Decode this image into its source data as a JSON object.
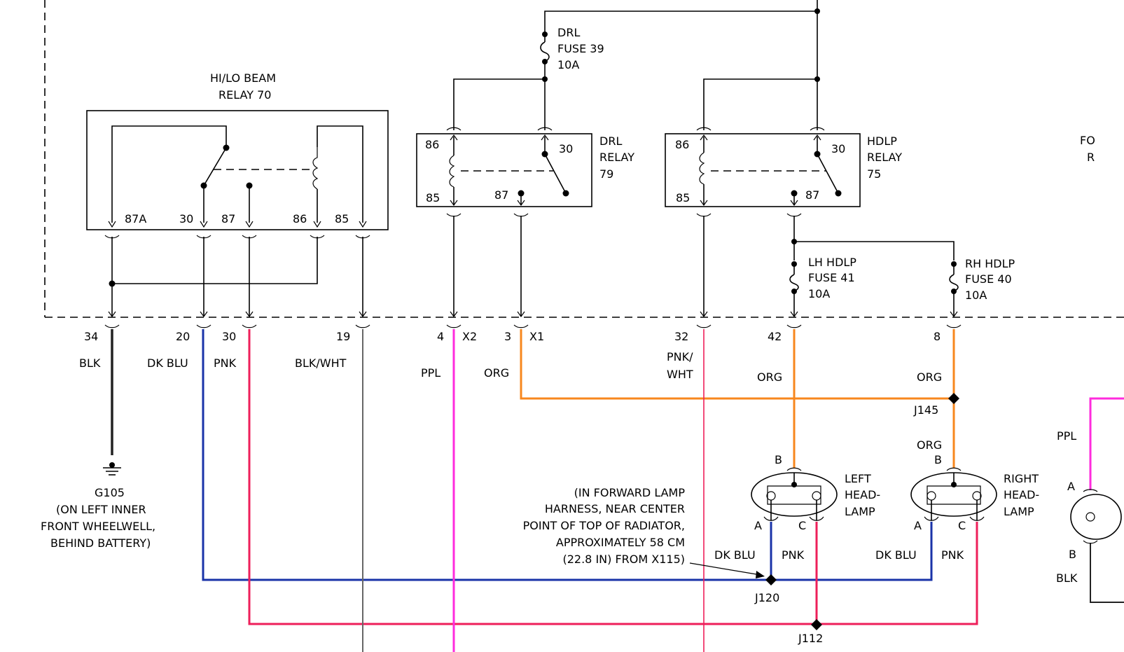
{
  "colors": {
    "blk": "#222222",
    "dkblu": "#1a33a8",
    "pnk": "#ee1f5a",
    "ppl": "#ff2bdd",
    "org": "#f7871e",
    "blkwht": "#666666"
  },
  "relays": {
    "hilo": {
      "title1": "HI/LO BEAM",
      "title2": "RELAY 70",
      "t87a": "87A",
      "t30": "30",
      "t87": "87",
      "t86": "86",
      "t85": "85"
    },
    "drl": {
      "t86": "86",
      "t85": "85",
      "t30": "30",
      "t87": "87",
      "name1": "DRL",
      "name2": "RELAY",
      "name3": "79"
    },
    "hdlp": {
      "t86": "86",
      "t85": "85",
      "t30": "30",
      "t87": "87",
      "name1": "HDLP",
      "name2": "RELAY",
      "name3": "75"
    }
  },
  "fuses": {
    "drl": {
      "l1": "DRL",
      "l2": "FUSE 39",
      "l3": "10A"
    },
    "lh": {
      "l1": "LH HDLP",
      "l2": "FUSE 41",
      "l3": "10A"
    },
    "rh": {
      "l1": "RH HDLP",
      "l2": "FUSE 40",
      "l3": "10A"
    }
  },
  "partial_right": {
    "l1": "FO",
    "l2": "R"
  },
  "pins": {
    "p34": "34",
    "p20": "20",
    "p30": "30",
    "p19": "19",
    "p4": "4",
    "x2": "X2",
    "p3": "3",
    "x1": "X1",
    "p32": "32",
    "p42": "42",
    "p8": "8"
  },
  "wires": {
    "blk": "BLK",
    "dkblu": "DK BLU",
    "pnk": "PNK",
    "blkwht": "BLK/WHT",
    "ppl": "PPL",
    "org": "ORG",
    "pnkwht1": "PNK/",
    "pnkwht2": "WHT",
    "org42": "ORG",
    "org8": "ORG",
    "org_lower": "ORG"
  },
  "ground": {
    "name": "G105",
    "l1": "(ON LEFT INNER",
    "l2": "FRONT WHEELWELL,",
    "l3": "BEHIND BATTERY)"
  },
  "splices": {
    "j145": "J145",
    "j120": "J120",
    "j112": "J112"
  },
  "j120_note": {
    "l1": "(IN FORWARD LAMP",
    "l2": "HARNESS, NEAR CENTER",
    "l3": "POINT OF TOP OF RADIATOR,",
    "l4": "APPROXIMATELY 58 CM",
    "l5": "(22.8 IN) FROM X115)"
  },
  "left_lamp": {
    "l1": "LEFT",
    "l2": "HEAD-",
    "l3": "LAMP",
    "pinB": "B",
    "pinA": "A",
    "pinC": "C",
    "wireA": "DK BLU",
    "wireC": "PNK"
  },
  "right_lamp": {
    "l1": "RIGHT",
    "l2": "HEAD-",
    "l3": "LAMP",
    "pinB": "B",
    "pinA": "A",
    "pinC": "C",
    "wireA": "DK BLU",
    "wireC": "PNK"
  },
  "far_right": {
    "ppl": "PPL",
    "pinA": "A",
    "pinB": "B",
    "blk": "BLK"
  }
}
